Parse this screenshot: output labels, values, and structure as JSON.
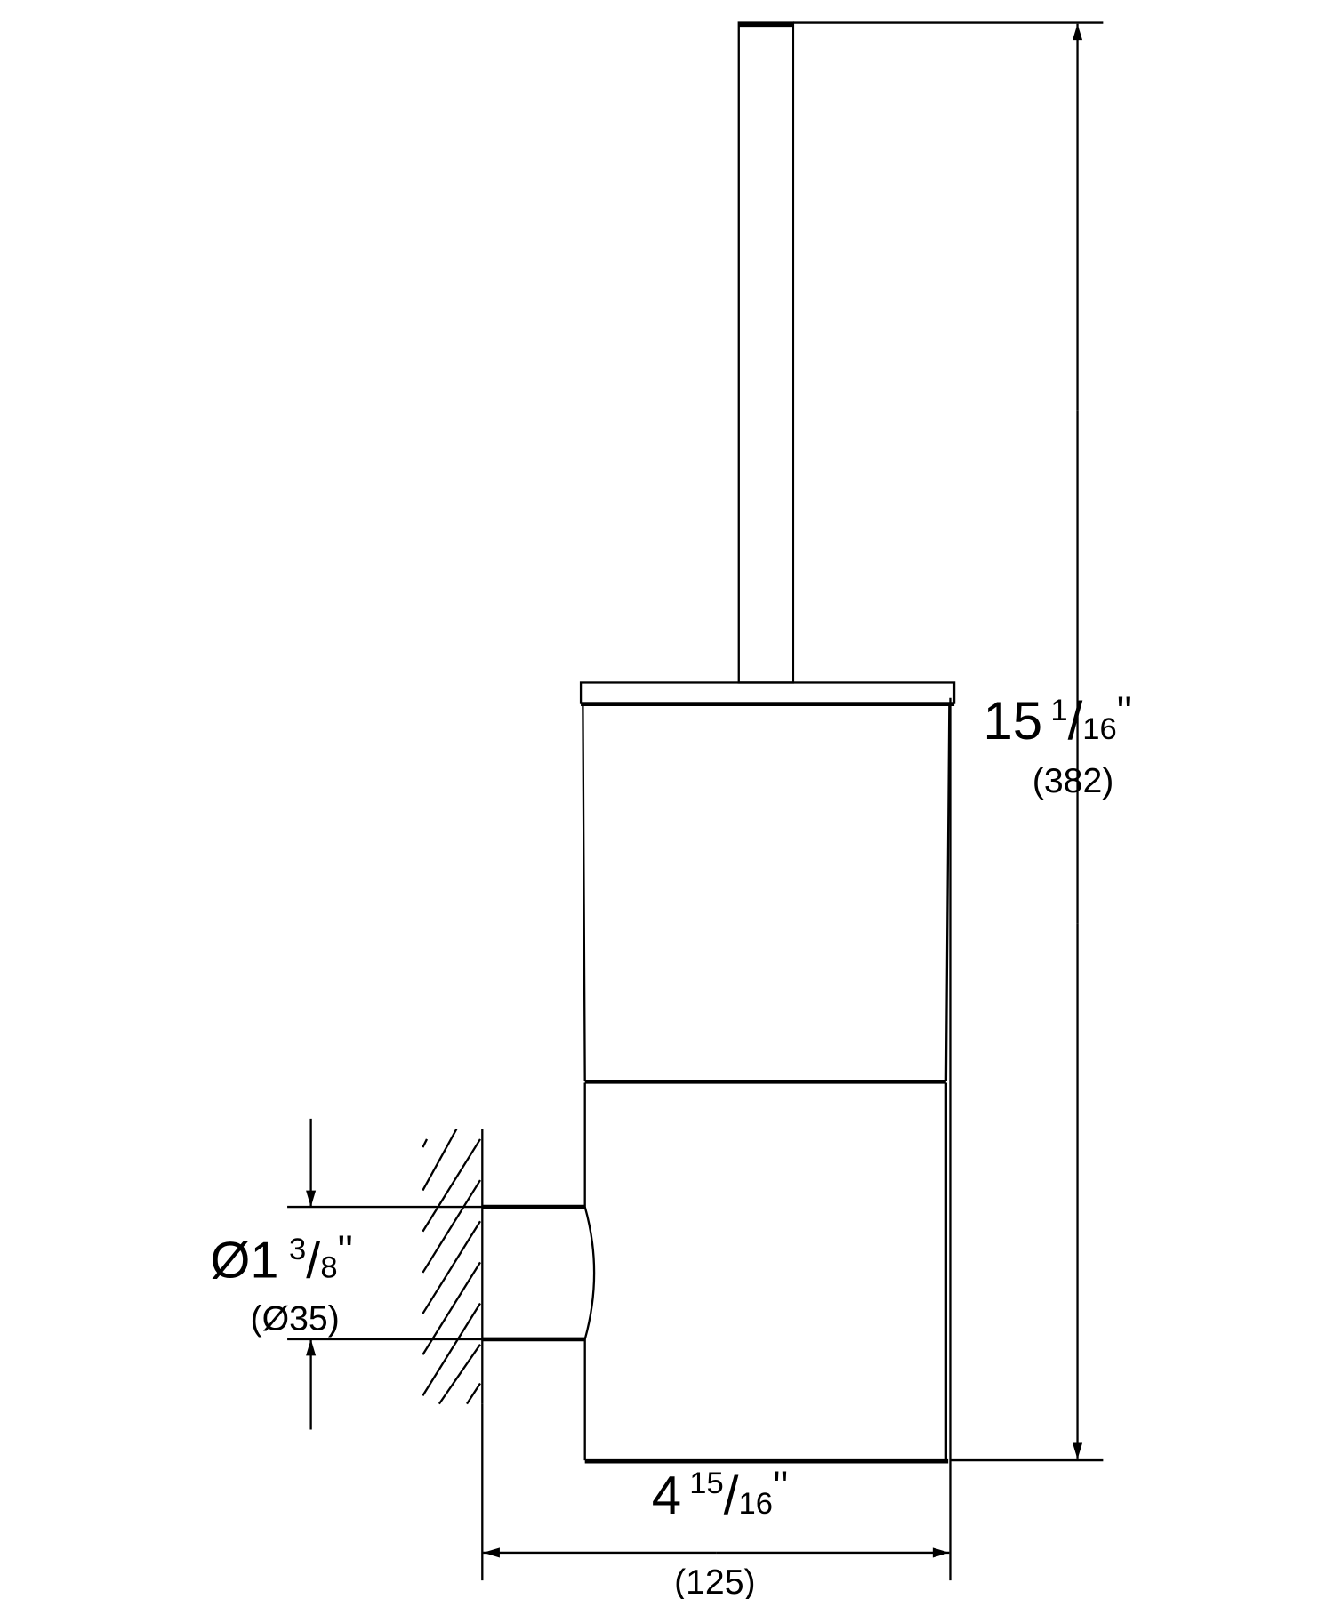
{
  "dimensions": {
    "height": {
      "whole": "15",
      "num": "1",
      "den": "16",
      "unit": "\"",
      "metric": "(382)"
    },
    "width": {
      "whole": "4",
      "num": "15",
      "den": "16",
      "unit": "\"",
      "metric": "(125)"
    },
    "diameter": {
      "whole": "Ø1",
      "num": "3",
      "den": "8",
      "unit": "\"",
      "metric": "(Ø35)"
    }
  },
  "colors": {
    "line": "#000000",
    "background": "#ffffff"
  }
}
